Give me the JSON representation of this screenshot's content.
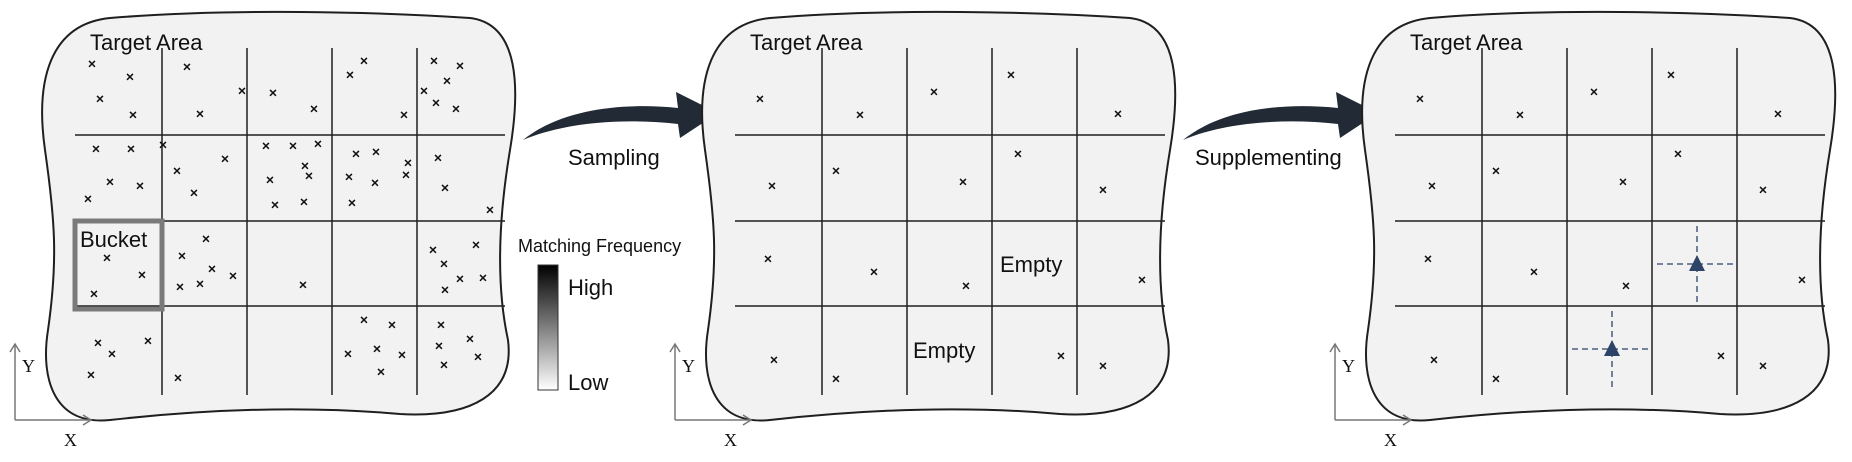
{
  "colors": {
    "panel_fill": "#f2f2f2",
    "stroke": "#1f1f1f",
    "arrow": "#222a36",
    "bucket_highlight": "#7a7a7a",
    "triangle": "#2d4468"
  },
  "panel1": {
    "title": "Target Area",
    "bucket_label": "Bucket",
    "axis_x": "X",
    "axis_y": "Y"
  },
  "legend": {
    "title": "Matching Frequency",
    "high": "High",
    "low": "Low"
  },
  "arrow1": {
    "label": "Sampling"
  },
  "panel2": {
    "title": "Target Area",
    "empty_a": "Empty",
    "empty_b": "Empty",
    "axis_x": "X",
    "axis_y": "Y"
  },
  "arrow2": {
    "label": "Supplementing"
  },
  "panel3": {
    "title": "Target Area",
    "axis_x": "X",
    "axis_y": "Y"
  },
  "icons": {
    "sample_marker": "cross-mark",
    "supplement_marker": "triangle-icon"
  }
}
